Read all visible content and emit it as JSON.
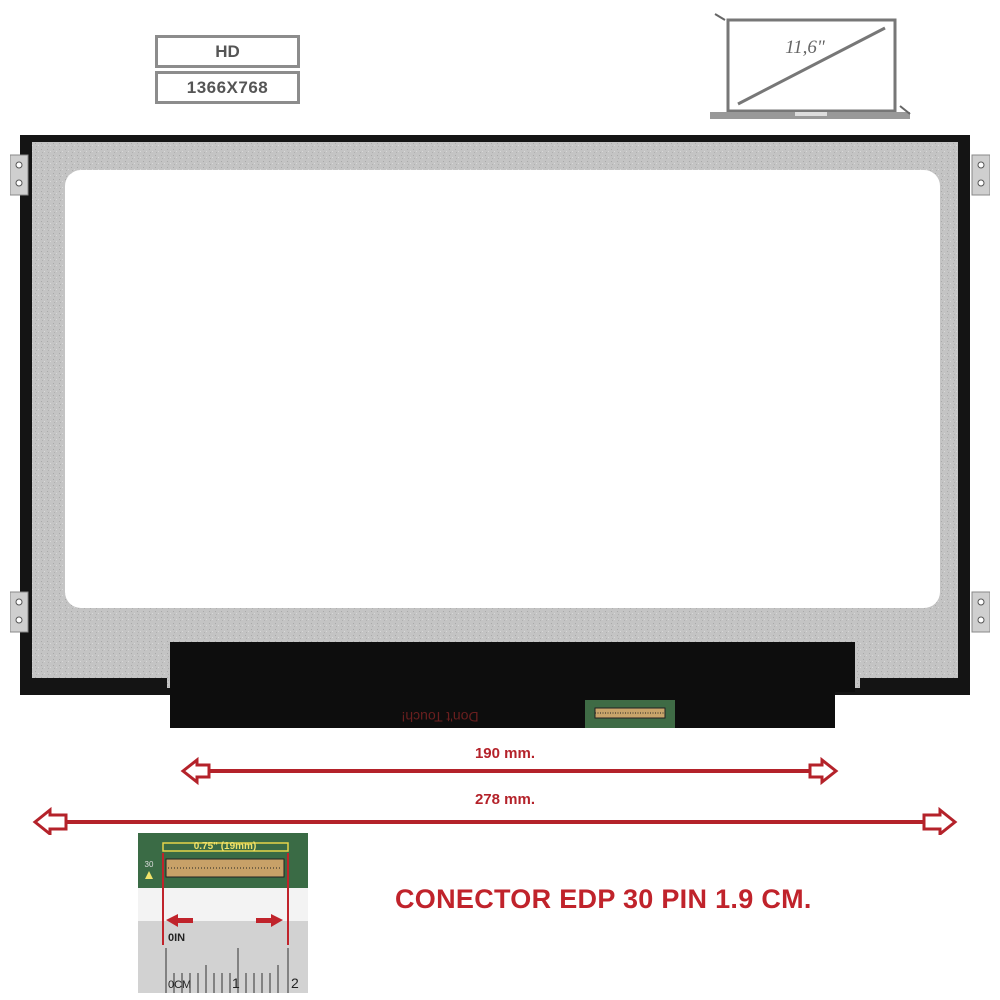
{
  "resolution_badge": {
    "label": "HD",
    "resolution": "1366X768"
  },
  "laptop_icon": {
    "size": "11,6\""
  },
  "panel": {
    "label_text": "Don't Touch!"
  },
  "dimensions": {
    "connector_offset": "190 mm.",
    "width": "278 mm."
  },
  "connector_photo": {
    "width_label": "0.75\" (19mm)",
    "pin_count": "30",
    "ruler_in": "0IN",
    "ruler_cm": "0CM",
    "ruler_1": "1",
    "ruler_2": "2"
  },
  "caption": "CONECTOR EDP 30 PIN 1.9 CM.",
  "colors": {
    "accent": "#b4222a",
    "bezel": "#bdbdbd",
    "dark": "#111111"
  }
}
